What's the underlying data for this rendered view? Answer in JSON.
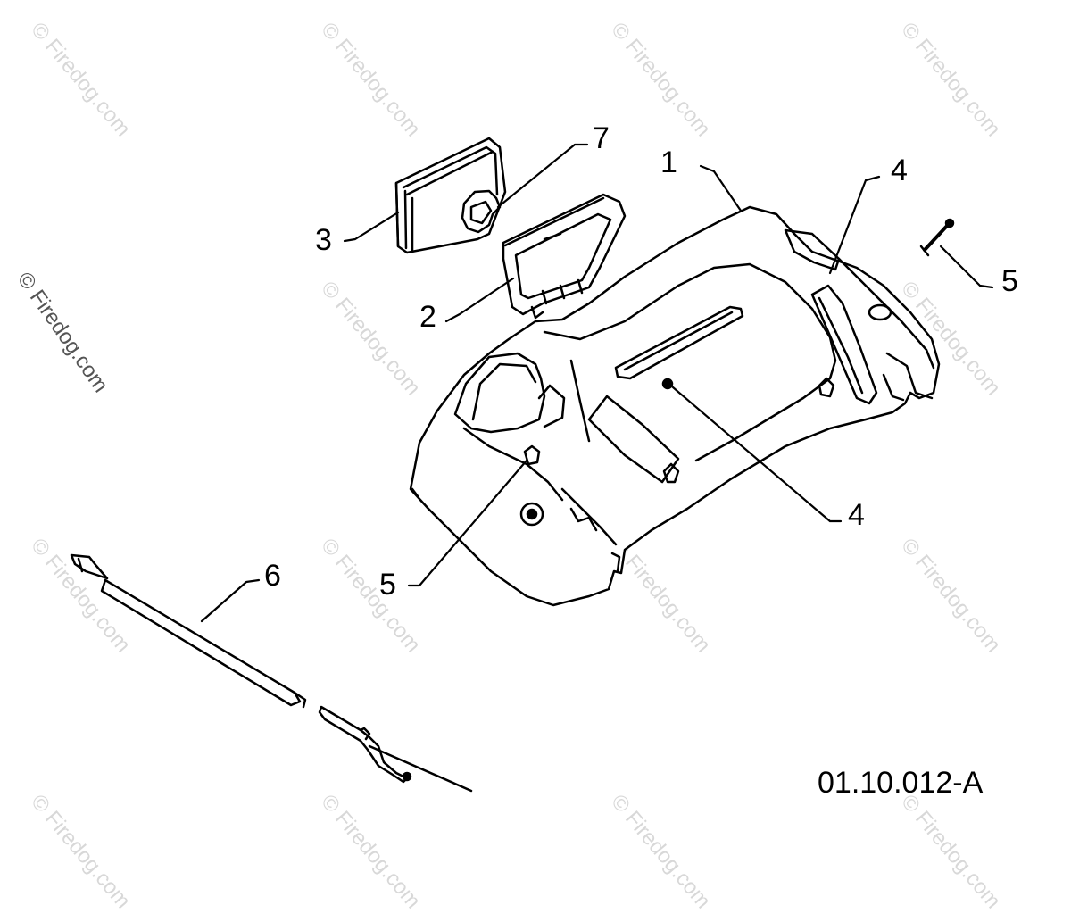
{
  "callouts": {
    "c1": "1",
    "c2": "2",
    "c3": "3",
    "c4a": "4",
    "c4b": "4",
    "c5a": "5",
    "c5b": "5",
    "c6": "6",
    "c7": "7"
  },
  "drawing_code": "01.10.012-A",
  "watermark": "© Firedog.com",
  "colors": {
    "line": "#000000",
    "watermark": "#d8d8d8",
    "background": "#ffffff"
  }
}
